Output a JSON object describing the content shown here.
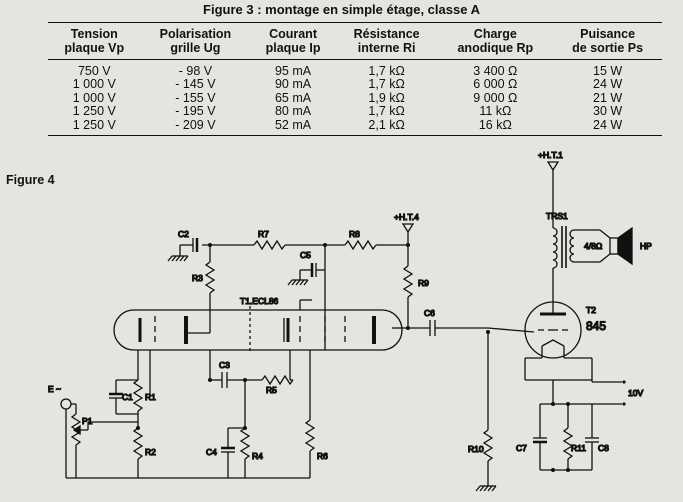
{
  "figure3": {
    "title": "Figure 3 : montage en simple étage, classe A",
    "headers": [
      [
        "Tension",
        "plaque Vp"
      ],
      [
        "Polarisation",
        "grille Ug"
      ],
      [
        "Courant",
        "plaque Ip"
      ],
      [
        "Résistance",
        "interne Ri"
      ],
      [
        "Charge",
        "anodique Rp"
      ],
      [
        "Puisance",
        "de sortie Ps"
      ]
    ],
    "rows": [
      [
        "750 V",
        "- 98 V",
        "95 mA",
        "1,7 kΩ",
        "3 400 Ω",
        "15 W"
      ],
      [
        "1 000 V",
        "- 145 V",
        "90 mA",
        "1,7 kΩ",
        "6 000 Ω",
        "24 W"
      ],
      [
        "1 000 V",
        "- 155 V",
        "65 mA",
        "1,9 kΩ",
        "9 000 Ω",
        "21 W"
      ],
      [
        "1 250 V",
        "- 195 V",
        "80 mA",
        "1,7 kΩ",
        "11 kΩ",
        "30 W"
      ],
      [
        "1 250 V",
        "- 209 V",
        "52 mA",
        "2,1 kΩ",
        "16 kΩ",
        "24 W"
      ]
    ]
  },
  "figure4": {
    "title": "Figure 4",
    "labels": {
      "ht1": "+H.T.1",
      "ht4": "+H.T.4",
      "c2": "C2",
      "r7": "R7",
      "r8": "R8",
      "c5": "C5",
      "r3": "R3",
      "r9": "R9",
      "trs1": "TRS1",
      "imp": "4/8Ω",
      "hp": "HP",
      "t1": "T1.ECL86",
      "c6": "C6",
      "t2": "T2",
      "t2_type": "845",
      "c3": "C3",
      "r5": "R5",
      "input": "E ~",
      "c1": "C1",
      "r1": "R1",
      "p1": "P1",
      "r2": "R2",
      "c4": "C4",
      "r4": "R4",
      "r6": "R6",
      "r10": "R10",
      "c7": "C7",
      "r11": "R11",
      "c8": "C8",
      "v10": "10V"
    }
  }
}
